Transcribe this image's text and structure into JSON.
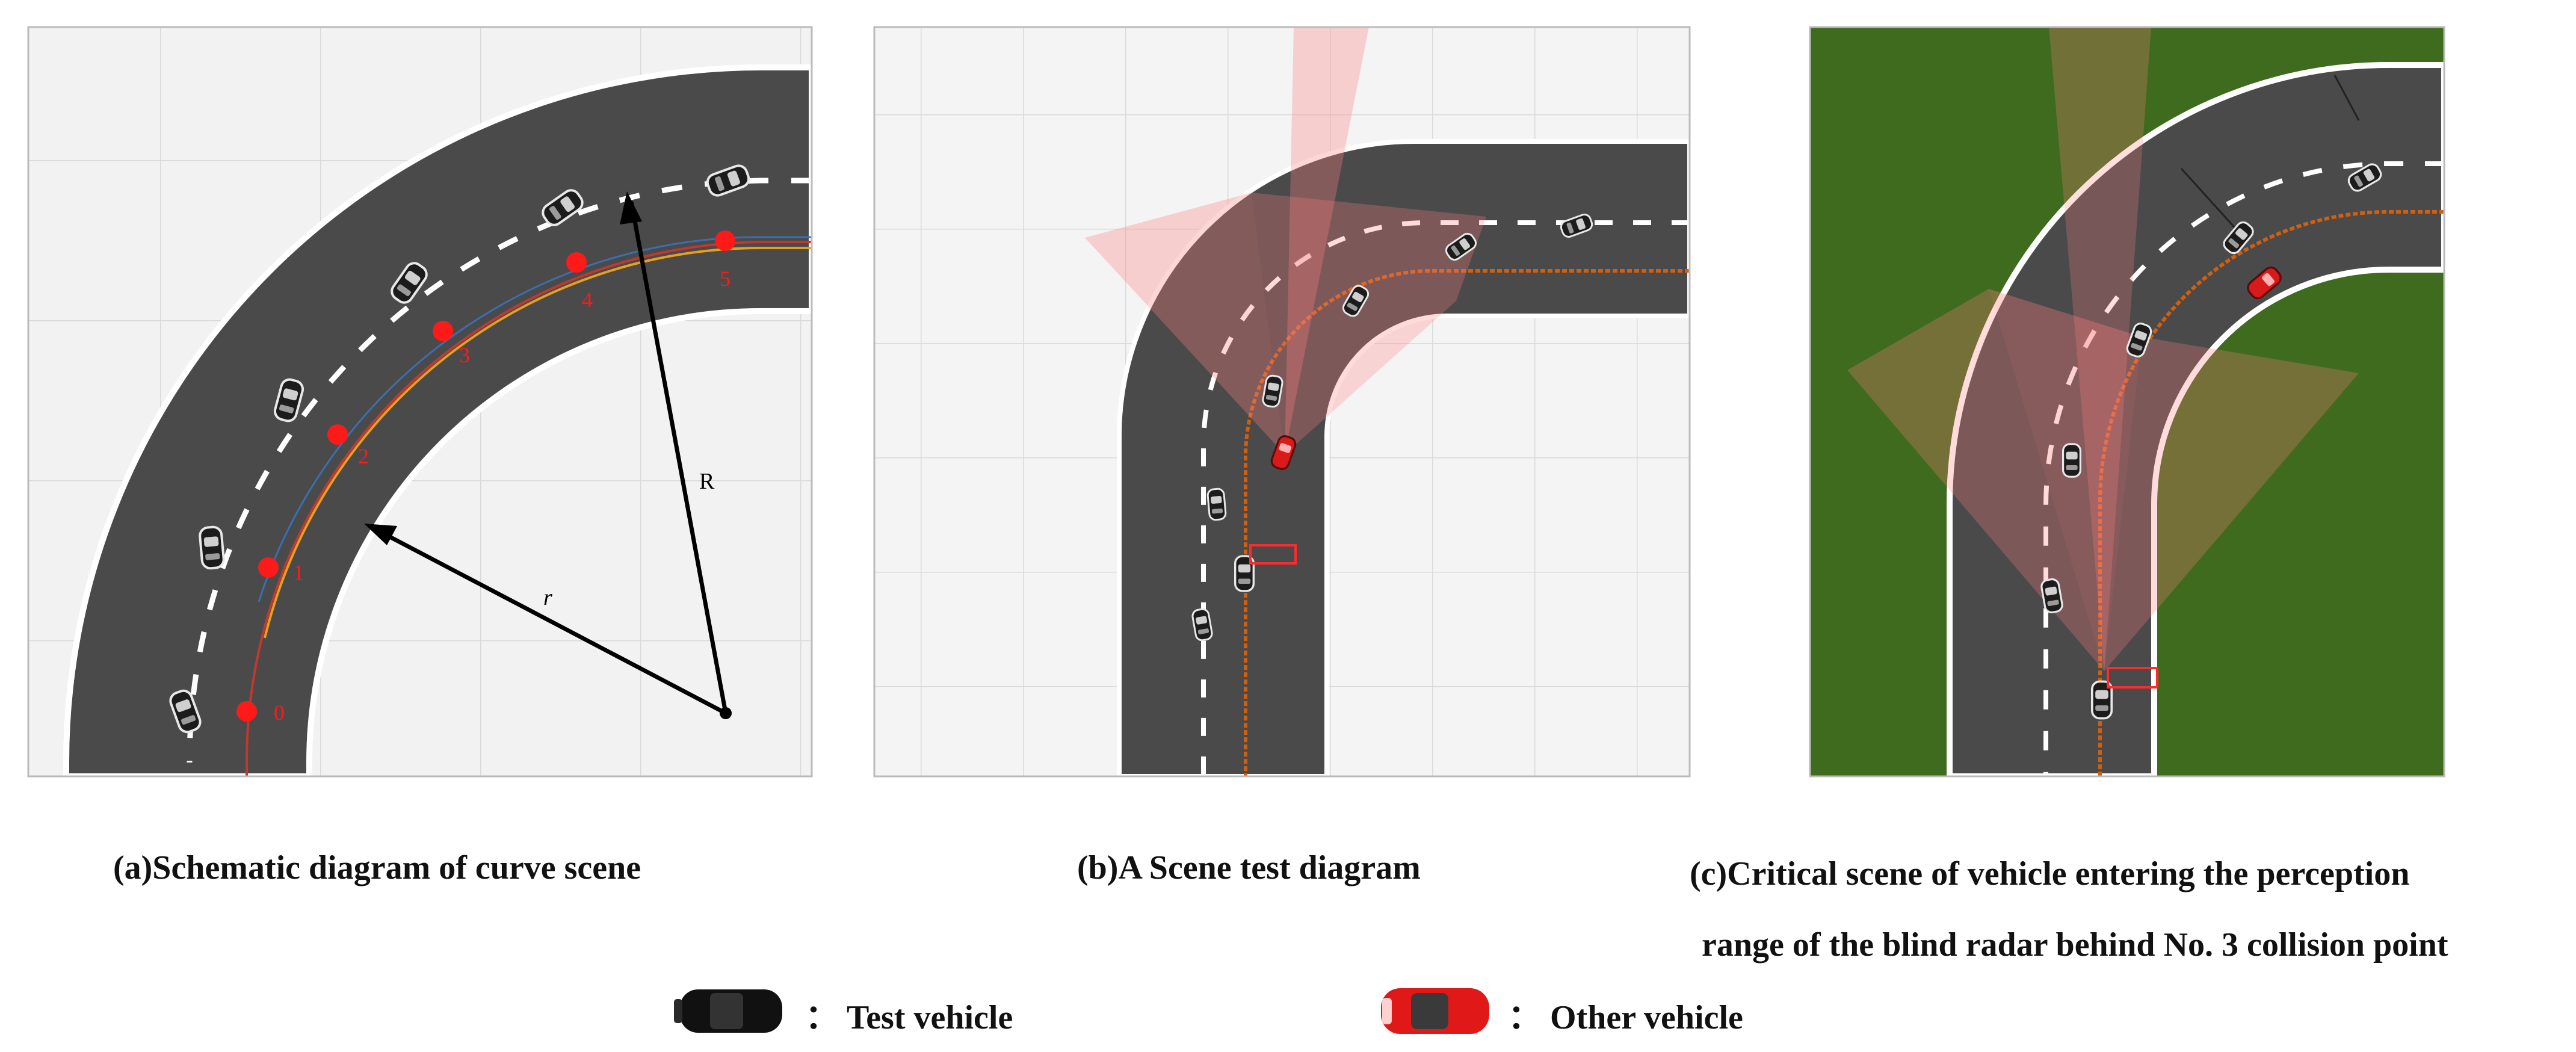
{
  "panels": {
    "a": {
      "caption": "(a)Schematic diagram of curve scene",
      "point_labels": [
        "0",
        "1",
        "2",
        "3",
        "4",
        "5"
      ],
      "label_R": "R",
      "label_r": "r"
    },
    "b": {
      "caption": "(b)A Scene test diagram"
    },
    "c": {
      "caption_line1": "(c)Critical scene of vehicle entering the perception",
      "caption_line2": "range of the blind radar behind No. 3 collision point"
    }
  },
  "legend": {
    "test_vehicle": {
      "label": "： Test vehicle",
      "icon": "black-car-icon",
      "color": "#111111"
    },
    "other_vehicle": {
      "label": "： Other vehicle",
      "icon": "red-car-icon",
      "color": "#e01818"
    }
  },
  "colors": {
    "road": "#4a4a4b",
    "grid_bg": "#f2f2f2",
    "grass": "#3f6b1e",
    "marker": "#ff1a1a",
    "radar": "#ff7f7f"
  }
}
